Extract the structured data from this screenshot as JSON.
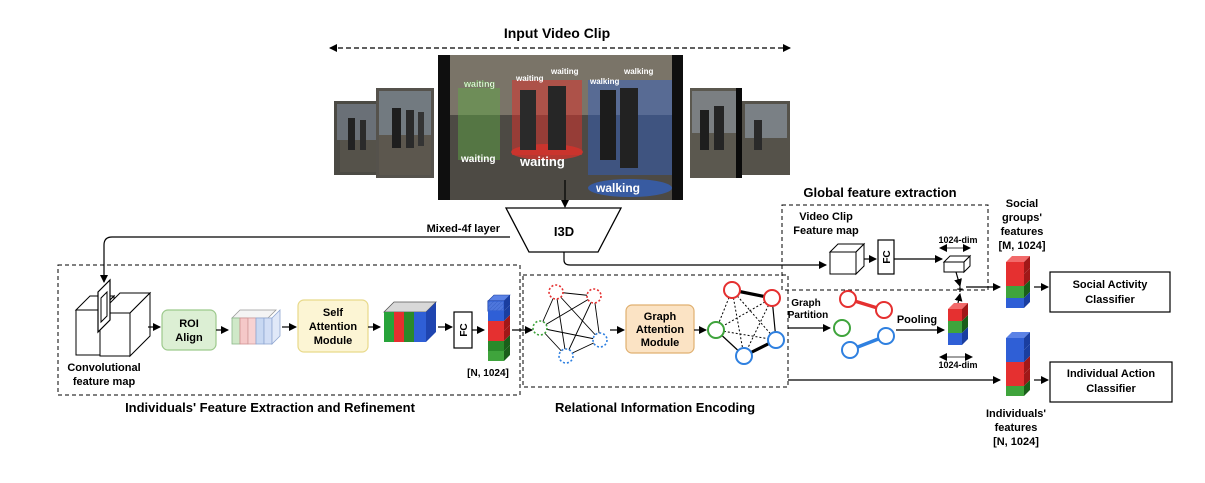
{
  "title": "Input Video Clip",
  "video_frame": {
    "labels": [
      "waiting",
      "waiting",
      "waiting",
      "walking",
      "waiting",
      "walking",
      "walking"
    ],
    "colors": {
      "green": "#5fae45",
      "red": "#e0302a",
      "blue": "#2f62c9"
    }
  },
  "i3d": {
    "label": "I3D",
    "layer_label": "Mixed-4f layer"
  },
  "individual_section": {
    "title": "Individuals' Feature Extraction and Refinement",
    "conv_map_label": [
      "Convolutional",
      "feature map"
    ],
    "roi_label": [
      "ROI",
      "Align"
    ],
    "sam_label": [
      "Self",
      "Attention",
      "Module"
    ],
    "fc_label": "FC",
    "dim_label": "[N, 1024]"
  },
  "relational_section": {
    "title": "Relational Information Encoding",
    "gam_label": [
      "Graph",
      "Attention",
      "Module"
    ]
  },
  "global_section": {
    "title": "Global feature extraction",
    "clip_map_label": [
      "Video Clip",
      "Feature map"
    ],
    "fc_label": "FC",
    "dim_label": "1024-dim"
  },
  "partition": {
    "label": [
      "Graph",
      "Partition"
    ],
    "pooling_label": "Pooling",
    "pool_dim_label": "1024-dim",
    "plus_label": "+"
  },
  "social": {
    "feature_label": [
      "Social",
      "groups'",
      "features",
      "[M, 1024]"
    ],
    "classifier_label": [
      "Social Activity",
      "Classifier"
    ]
  },
  "individual": {
    "feature_label": [
      "Individuals'",
      "features",
      "[N, 1024]"
    ],
    "classifier_label": [
      "Individual Action",
      "Classifier"
    ]
  },
  "colors": {
    "roi_fill": "#dcefd4",
    "roi_stroke": "#9cc98c",
    "sam_fill": "#fcf5d4",
    "sam_stroke": "#e8d98a",
    "gam_fill": "#fbe3c4",
    "gam_stroke": "#e0b070",
    "red": "#e53030",
    "green": "#3fa43c",
    "blue": "#2f5fd6"
  }
}
